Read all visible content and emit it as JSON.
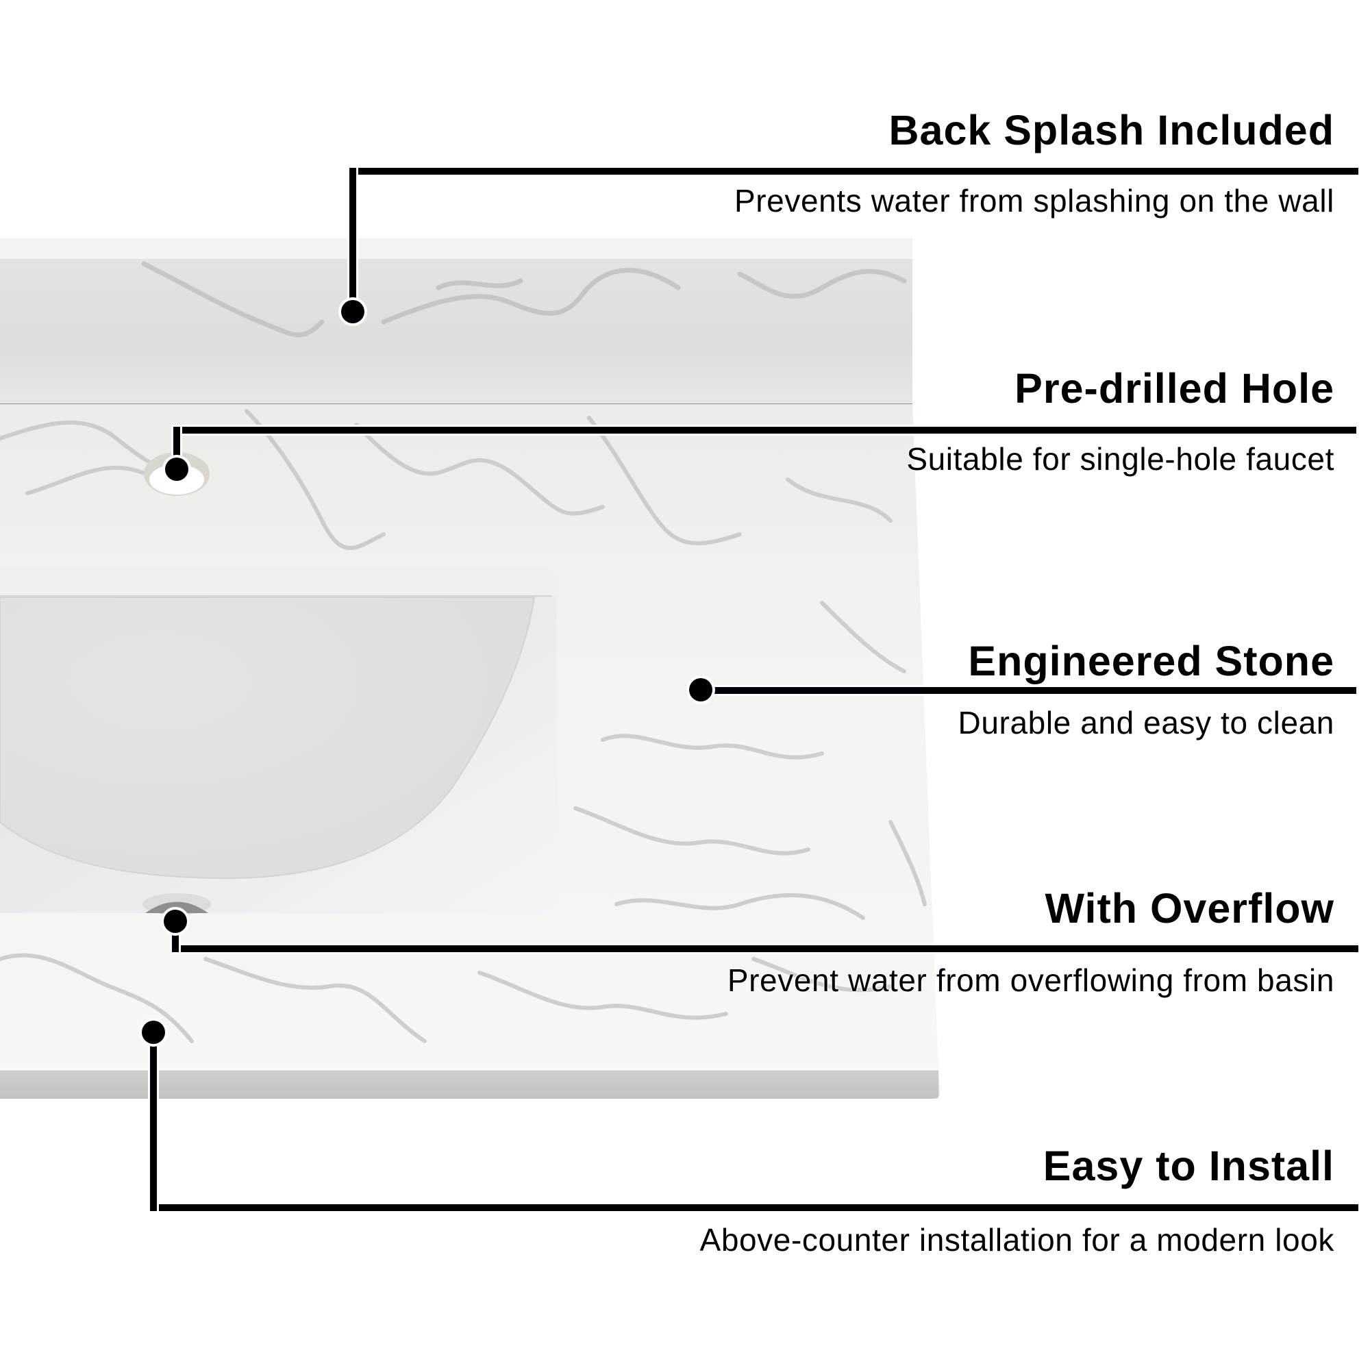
{
  "product": {
    "name": "vanity-top-with-sink",
    "colors": {
      "stone": "#f3f2ee",
      "stone_vein": "#b9b9b6",
      "backsplash": "#e6e5e1",
      "edge": "#c9c8c4",
      "sink": "#ebebea",
      "leader": "#000000",
      "background": "#ffffff"
    }
  },
  "callouts": [
    {
      "title": "Back Splash Included",
      "description": "Prevents water from splashing on the wall",
      "target": "backsplash"
    },
    {
      "title": "Pre-drilled Hole",
      "description": "Suitable for single-hole faucet",
      "target": "faucet-hole"
    },
    {
      "title": "Engineered Stone",
      "description": "Durable and easy to clean",
      "target": "countertop-surface"
    },
    {
      "title": "With Overflow",
      "description": "Prevent water from overflowing from basin",
      "target": "overflow-drain"
    },
    {
      "title": "Easy to Install",
      "description": "Above-counter installation for a modern look",
      "target": "countertop-front-edge"
    }
  ]
}
